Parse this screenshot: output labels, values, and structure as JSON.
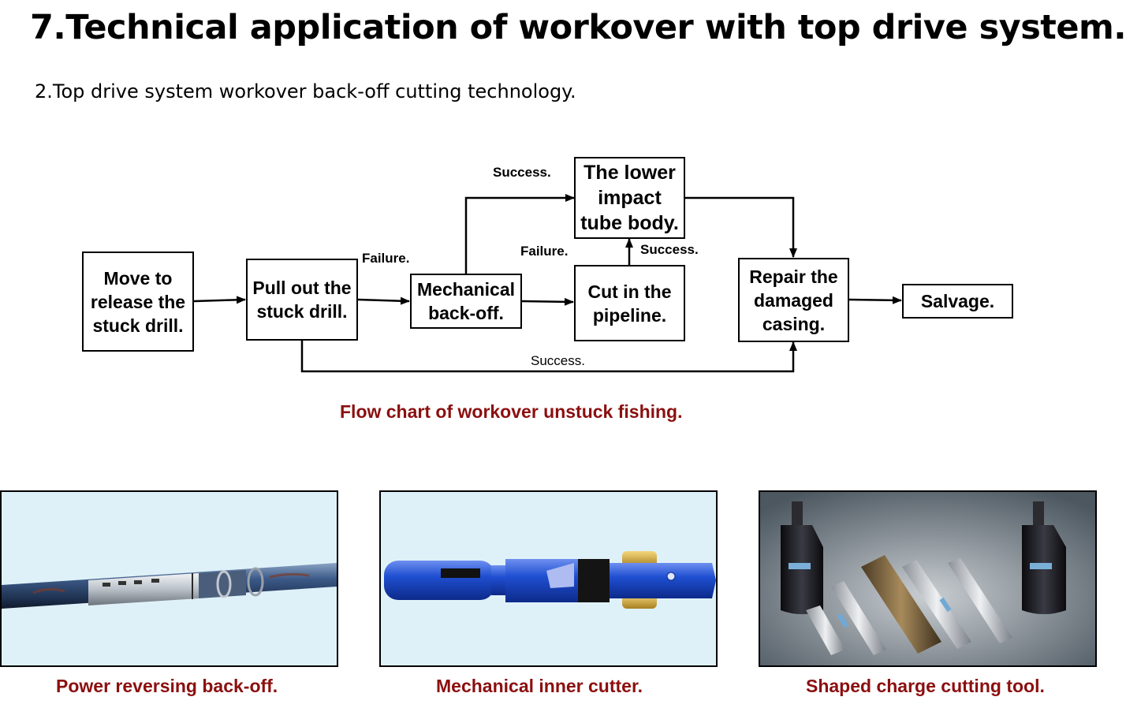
{
  "page": {
    "title": "7.Technical application of workover with top drive system.",
    "subtitle": "2.Top drive system workover back-off cutting technology."
  },
  "flowchart": {
    "nodes": {
      "move": [
        "Move to",
        "release the",
        "stuck drill."
      ],
      "pull": [
        "Pull out the",
        "stuck drill."
      ],
      "mech": [
        "Mechanical",
        "back-off."
      ],
      "cut": [
        "Cut in the",
        "pipeline."
      ],
      "lower": [
        "The lower",
        "impact",
        "tube body."
      ],
      "repair": [
        "Repair the",
        "damaged",
        "casing."
      ],
      "salvage": [
        "Salvage."
      ]
    },
    "edge_labels": {
      "pull_to_mech": "Failure.",
      "mech_to_lower": "Success.",
      "mech_to_cut": "Failure.",
      "cut_to_lower": "Success.",
      "pull_to_repair": "Success."
    },
    "caption": "Flow chart of workover unstuck fishing."
  },
  "tools": [
    {
      "caption": "Power reversing back-off.",
      "image": "power-reversing-backoff-tool-photo"
    },
    {
      "caption": "Mechanical inner cutter.",
      "image": "mechanical-inner-cutter-photo"
    },
    {
      "caption": "Shaped charge cutting tool.",
      "image": "shaped-charge-cutting-tool-photo"
    }
  ],
  "colors": {
    "caption_red": "#8b0f0f",
    "panel_bg": "#dff1f8",
    "cutter_blue": "#1f4fd1"
  }
}
